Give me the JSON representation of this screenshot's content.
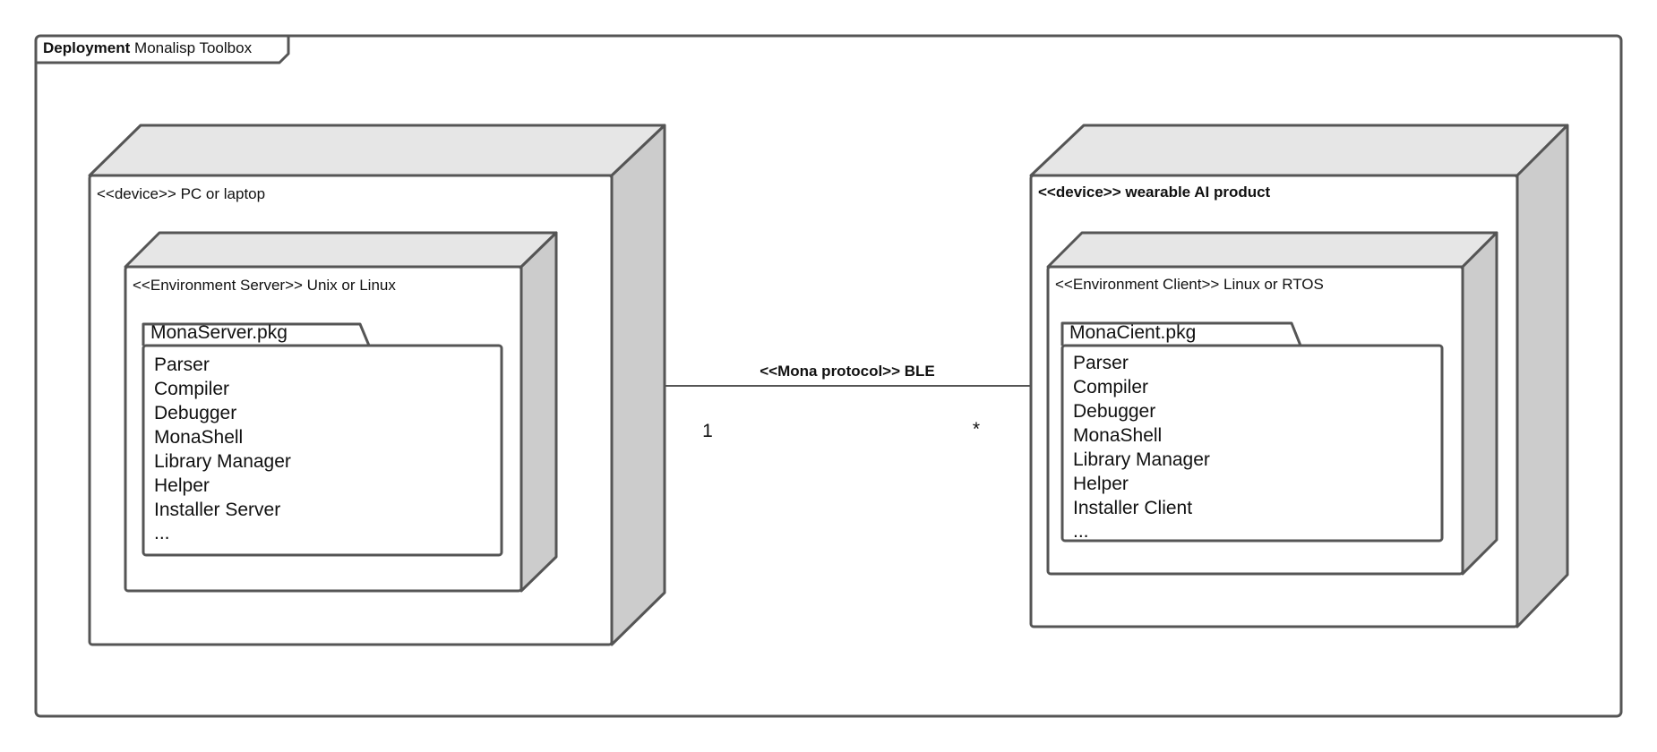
{
  "frame": {
    "keyword": "Deployment",
    "name": "Monalisp Toolbox"
  },
  "left_device": {
    "title": "<<device>> PC or laptop",
    "environment": {
      "title": "<<Environment Server>> Unix or Linux",
      "package": {
        "name": "MonaServer.pkg",
        "items": [
          "Parser",
          "Compiler",
          "Debugger",
          "MonaShell",
          "Library Manager",
          "Helper",
          "Installer Server",
          "..."
        ]
      }
    }
  },
  "right_device": {
    "title": "<<device>> wearable AI product",
    "environment": {
      "title": "<<Environment Client>> Linux or RTOS",
      "package": {
        "name": "MonaCient.pkg",
        "items": [
          "Parser",
          "Compiler",
          "Debugger",
          "MonaShell",
          "Library Manager",
          "Helper",
          "Installer Client",
          "..."
        ]
      }
    }
  },
  "connection": {
    "label": "<<Mona protocol>> BLE",
    "left_multiplicity": "1",
    "right_multiplicity": "*"
  },
  "colors": {
    "line": "#555555",
    "node_top": "#e6e6e6",
    "node_side": "#cccccc",
    "background": "#ffffff"
  }
}
